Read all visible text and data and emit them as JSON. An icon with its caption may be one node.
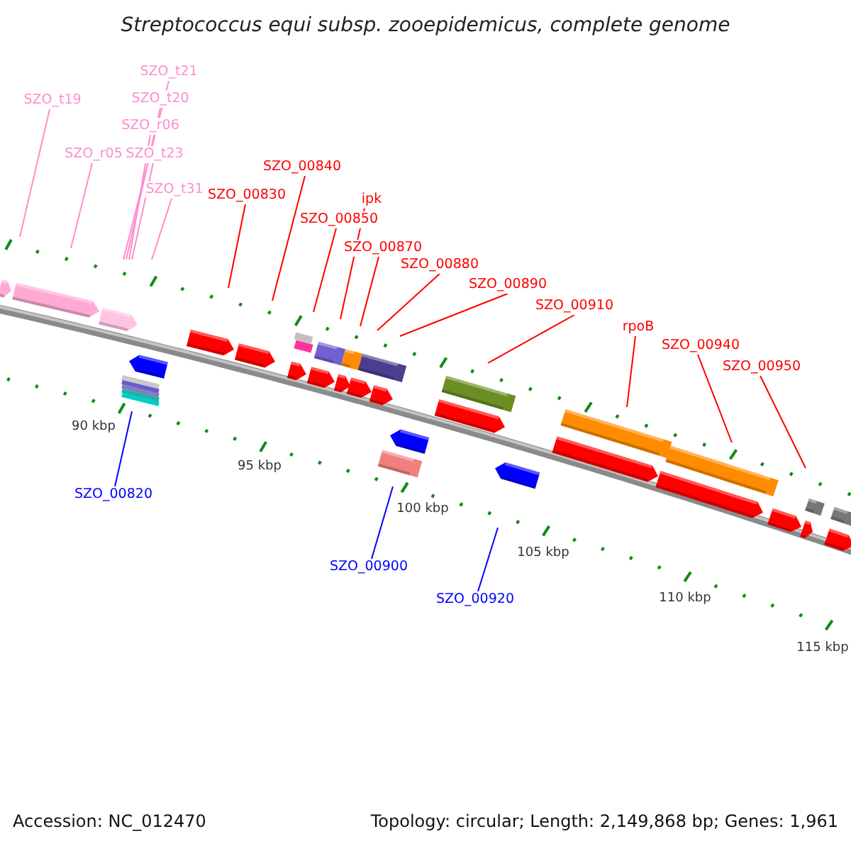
{
  "diagram": {
    "title": "Streptococcus equi subsp. zooepidemicus, complete genome",
    "nodes": [
      {
        "text": [
          "SZO_t21"
        ]
      },
      {
        "text": [
          "SZO_t20"
        ]
      },
      {
        "text": [
          "SZO_t19"
        ]
      },
      {
        "text": [
          "SZO_r06"
        ]
      },
      {
        "text": [
          "SZO_r05"
        ]
      },
      {
        "text": [
          "SZO_t23"
        ]
      },
      {
        "text": [
          "SZO_00840"
        ]
      },
      {
        "text": [
          "SZO_t31"
        ]
      },
      {
        "text": [
          "SZO_00830"
        ]
      },
      {
        "text": [
          "ipk"
        ]
      },
      {
        "text": [
          "SZO_00850"
        ]
      },
      {
        "text": [
          "SZO_00870"
        ]
      },
      {
        "text": [
          "SZO_00880"
        ]
      },
      {
        "text": [
          "SZO_00890"
        ]
      },
      {
        "text": [
          "SZO_00910"
        ]
      },
      {
        "text": [
          "rpoB"
        ]
      },
      {
        "text": [
          "SZO_00940"
        ]
      },
      {
        "text": [
          "SZO_00950"
        ]
      },
      {
        "text": [
          "SZO_00820"
        ]
      },
      {
        "text": [
          "SZO_00900"
        ]
      },
      {
        "text": [
          "SZO_00920"
        ]
      }
    ],
    "edges": [
      {
        "from": 0,
        "to": null,
        "arrow": "none",
        "color": "#ff8ccc"
      },
      {
        "from": 1,
        "to": null,
        "arrow": "none",
        "color": "#ff8ccc"
      },
      {
        "from": 2,
        "to": null,
        "arrow": "none",
        "color": "#ff8ccc"
      },
      {
        "from": 3,
        "to": null,
        "arrow": "none",
        "color": "#ff8ccc"
      },
      {
        "from": 4,
        "to": null,
        "arrow": "none",
        "color": "#ff8ccc"
      },
      {
        "from": 5,
        "to": null,
        "arrow": "none",
        "color": "#ff8ccc"
      },
      {
        "from": 6,
        "to": null,
        "arrow": "none"
      },
      {
        "from": 7,
        "to": null,
        "arrow": "none",
        "color": "#ff8ccc"
      },
      {
        "from": 8,
        "to": null,
        "arrow": "none"
      },
      {
        "from": 9,
        "to": null,
        "arrow": "none"
      },
      {
        "from": 10,
        "to": null,
        "arrow": "none"
      },
      {
        "from": 11,
        "to": null,
        "arrow": "none"
      },
      {
        "from": 12,
        "to": null,
        "arrow": "none"
      },
      {
        "from": 13,
        "to": null,
        "arrow": "none"
      },
      {
        "from": 14,
        "to": null,
        "arrow": "none"
      },
      {
        "from": 15,
        "to": null,
        "arrow": "none"
      },
      {
        "from": 16,
        "to": null,
        "arrow": "none"
      },
      {
        "from": 17,
        "to": null,
        "arrow": "none"
      },
      {
        "from": 18,
        "to": null,
        "arrow": "none",
        "color": "#0000ff"
      },
      {
        "from": 19,
        "to": null,
        "arrow": "none",
        "color": "#0000ff"
      },
      {
        "from": 20,
        "to": null,
        "arrow": "none",
        "color": "#0000ff"
      }
    ],
    "labels": [
      "90 kbp",
      "95 kbp",
      "100 kbp",
      "105 kbp",
      "110 kbp",
      "115 kbp",
      "Accession: NC_012470",
      "Topology: circular; Length: 2,149,868 bp; Genes: 1,961"
    ]
  }
}
